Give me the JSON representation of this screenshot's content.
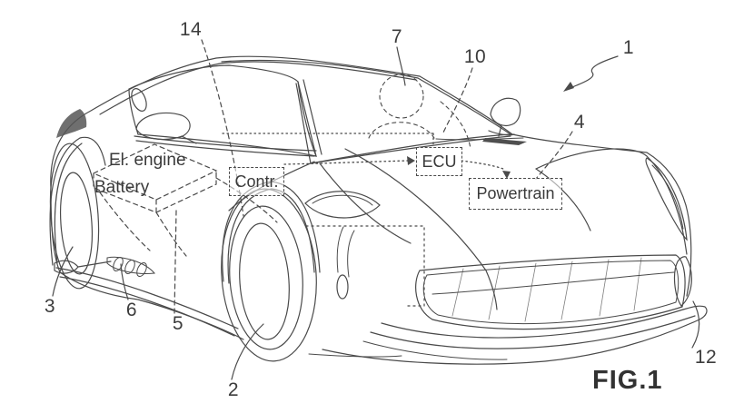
{
  "figure": {
    "caption": "FIG.1",
    "component_labels": {
      "el_engine": "El. engine",
      "battery": "Battery",
      "contr": "Contr.",
      "ecu": "ECU",
      "powertrain": "Powertrain"
    },
    "numerals": {
      "n1": "1",
      "n2": "2",
      "n3": "3",
      "n4": "4",
      "n5": "5",
      "n6": "6",
      "n7": "7",
      "n10": "10",
      "n12": "12",
      "n14": "14"
    }
  },
  "colors": {
    "line": "#4a4a4a",
    "text": "#3b3b3b",
    "background": "#ffffff"
  }
}
